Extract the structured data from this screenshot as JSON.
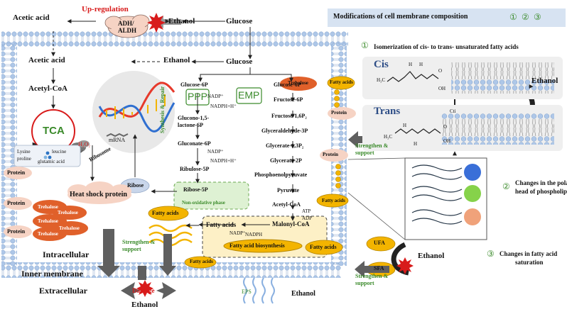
{
  "labels": {
    "acetic_acid_top": "Acetic acid",
    "acetic_acid_mid": "Acetic acid",
    "acetyl_coa_left": "Acetyl-CoA",
    "up_regulation": "Up-regulation",
    "adh": "ADH/",
    "aldh": "ALDH",
    "ethanol_top": "Ethanol",
    "glucose_top": "Glucose",
    "ethanol_mid": "Ethanol",
    "glucose_mid": "Glucose",
    "tca": "TCA",
    "h2o2": "H₂O₂",
    "amino_acids": [
      "Lysine",
      "leucine",
      "proline",
      "glutamic acid"
    ],
    "mrna": "mRNA",
    "ribosome": "Ribosome",
    "synthesis_repair": "Synthesis & Repair",
    "heat_shock": "Heat shock protein",
    "protein": "Protein",
    "trehalose": "Trehalose",
    "intracellular": "Intracellular",
    "inner_membrane": "Inner membrane",
    "extracellular": "Extracellular",
    "strengthen_support": [
      "Strengthen &",
      "support"
    ],
    "fatty_acids": "Fatty acids",
    "damage": "Damage",
    "ethanol_bottom": "Ethanol",
    "eps": "EPS",
    "ethanol_eps": "Ethanol",
    "ribose": "Ribose",
    "ppp": "PPP",
    "emp": "EMP",
    "ppp_path": [
      "Glucose-6P",
      "Glucono-1,5-",
      "lactone-6P",
      "Gluconate-6P",
      "Ribulose-5P",
      "Ribose-5P"
    ],
    "nadp": "NADP⁺",
    "nadph": "NADPH+H⁺",
    "non_oxidative": "Non-oxidative phase",
    "emp_path": [
      "Glucose-6P",
      "Fructose-6P",
      "Fructose-1,6P₂",
      "Glyceraldehyde-3P",
      "Glycerate-1,3P₂",
      "Glycerate-2P",
      "Phosphoenolpyruvate",
      "Pyruvate",
      "Acetyl-CoA",
      "Malonyl-CoA"
    ],
    "atp": "ATP",
    "adp": "ADP",
    "nadph_short": "NADPH",
    "fa_biosynthesis": "Fatty acid biosynthesis",
    "modifications_title": "Modifications of cell membrane composition",
    "circled": [
      "①",
      "②",
      "③"
    ],
    "iso_title": "Isomerization of cis- to trans- unsaturated fatty acids",
    "cis": "Cis",
    "trans": "Trans",
    "cti": "Cti",
    "ethanol_right1": "Ethanol",
    "polarity_title": [
      "Changes in the polarity",
      "head of phospholipids"
    ],
    "saturation_title": [
      "Changes in fatty acid",
      "saturation"
    ],
    "ufa": "UFA",
    "sfa": "SFA",
    "ethanol_right3": "Ethanol",
    "h3c": "H₃C",
    "oh": "OH",
    "o": "O",
    "h": "H"
  },
  "colors": {
    "membrane": "#aec7e8",
    "green": "#3a8a2a",
    "red": "#d81b1b",
    "trehalose": "#e0602a",
    "protein": "#f6d3c4",
    "fatty": "#f3b400",
    "title_bg": "#d7e3f2",
    "head_blue": "#3a6fd8",
    "head_green": "#86d24a",
    "head_orange": "#f0a27a"
  }
}
